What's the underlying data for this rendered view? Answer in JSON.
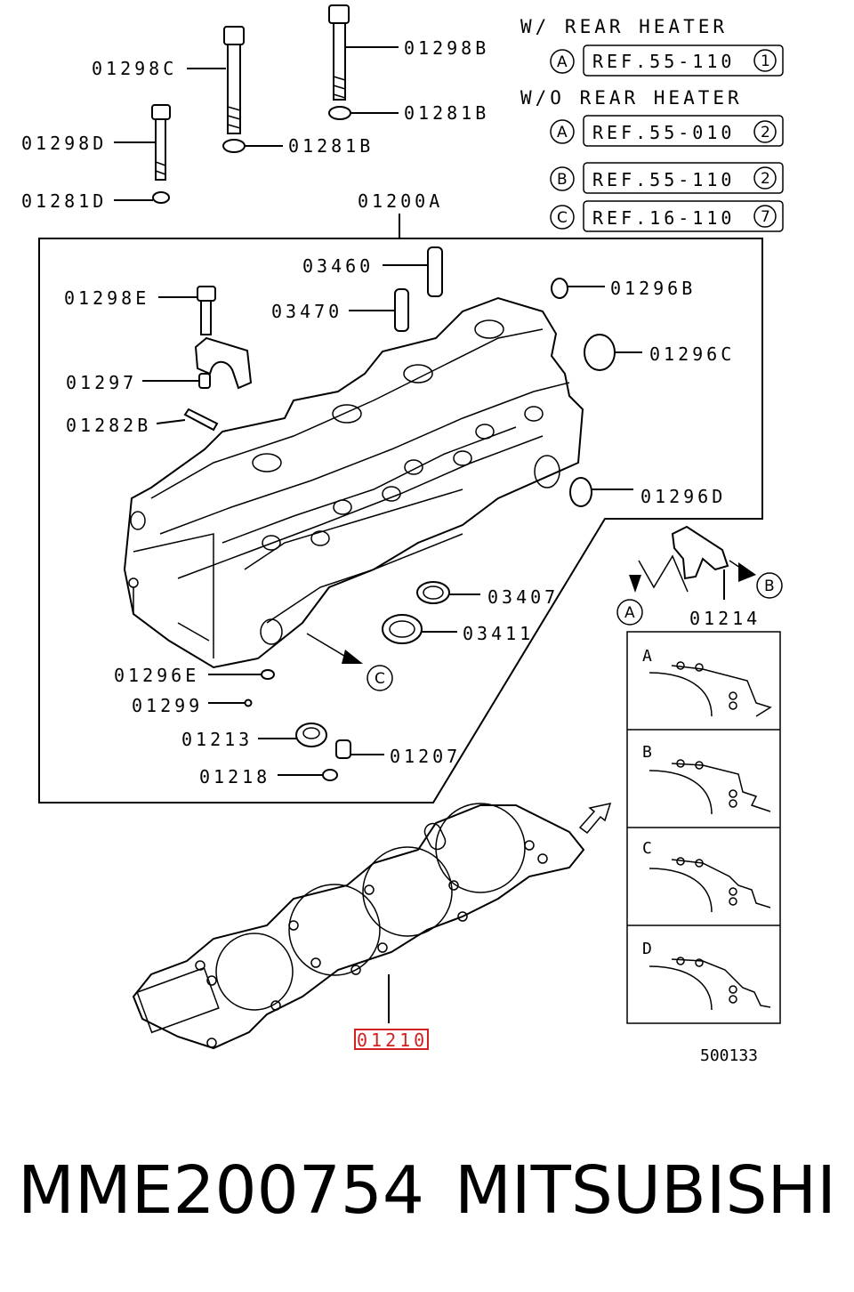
{
  "header": {
    "with_rear_heater": "W/ REAR HEATER",
    "without_rear_heater": "W/O REAR HEATER",
    "refs": [
      {
        "circle": "A",
        "text": "REF.55-110",
        "num": "1"
      },
      {
        "circle": "A",
        "text": "REF.55-010",
        "num": "2"
      },
      {
        "circle": "B",
        "text": "REF.55-110",
        "num": "2"
      },
      {
        "circle": "C",
        "text": "REF.16-110",
        "num": "7"
      }
    ]
  },
  "labels": {
    "p01298c": "01298C",
    "p01298b": "01298B",
    "p01281b_a": "01281B",
    "p01281b_b": "01281B",
    "p01298d": "01298D",
    "p01281d": "01281D",
    "p01200a": "01200A",
    "p03460": "03460",
    "p03470": "03470",
    "p01298e": "01298E",
    "p01296b": "01296B",
    "p01296c": "01296C",
    "p01297": "01297",
    "p01282b": "01282B",
    "p01296d": "01296D",
    "p03407": "03407",
    "p03411": "03411",
    "p01296e": "01296E",
    "p01299": "01299",
    "p01213": "01213",
    "p01207": "01207",
    "p01218": "01218",
    "p01214": "01214",
    "p01210": "01210",
    "circle_a": "A",
    "circle_b": "B",
    "circle_c": "C"
  },
  "gasket_variants": [
    "A",
    "B",
    "C",
    "D"
  ],
  "diagram_number": "500133",
  "footer": {
    "part_number": "MME200754",
    "brand": "MITSUBISHI"
  },
  "colors": {
    "line": "#000000",
    "highlight": "#d02020"
  }
}
